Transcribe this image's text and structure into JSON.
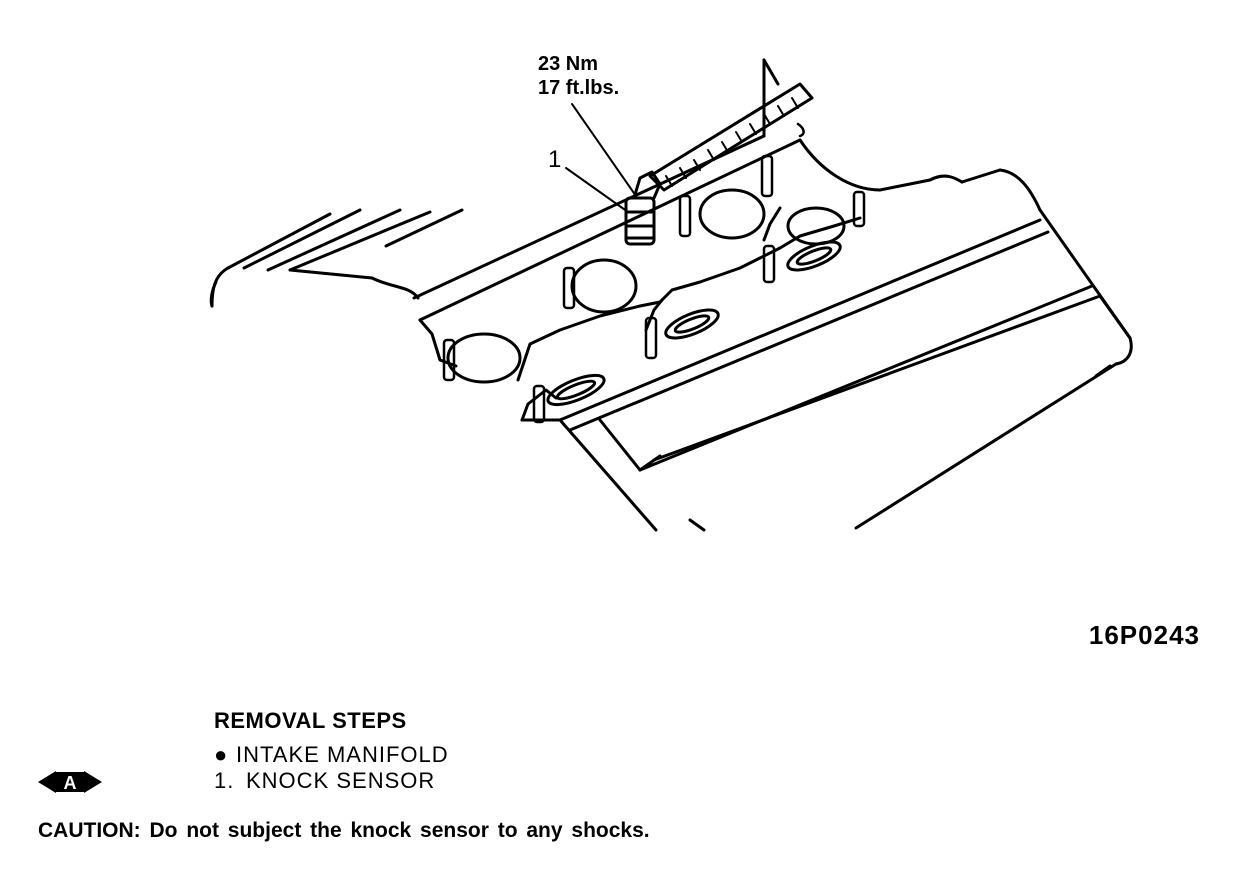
{
  "diagram": {
    "torque_nm": "23 Nm",
    "torque_ftlbs": "17 ft.lbs.",
    "callout_1": "1",
    "figure_code": "16P0243"
  },
  "steps": {
    "title": "REMOVAL STEPS",
    "items": [
      {
        "marker": "●",
        "label": "INTAKE MANIFOLD"
      },
      {
        "marker": "1.",
        "label": "KNOCK SENSOR"
      }
    ],
    "service_marker": "A"
  },
  "caution": "CAUTION: Do not subject the knock sensor to any shocks."
}
